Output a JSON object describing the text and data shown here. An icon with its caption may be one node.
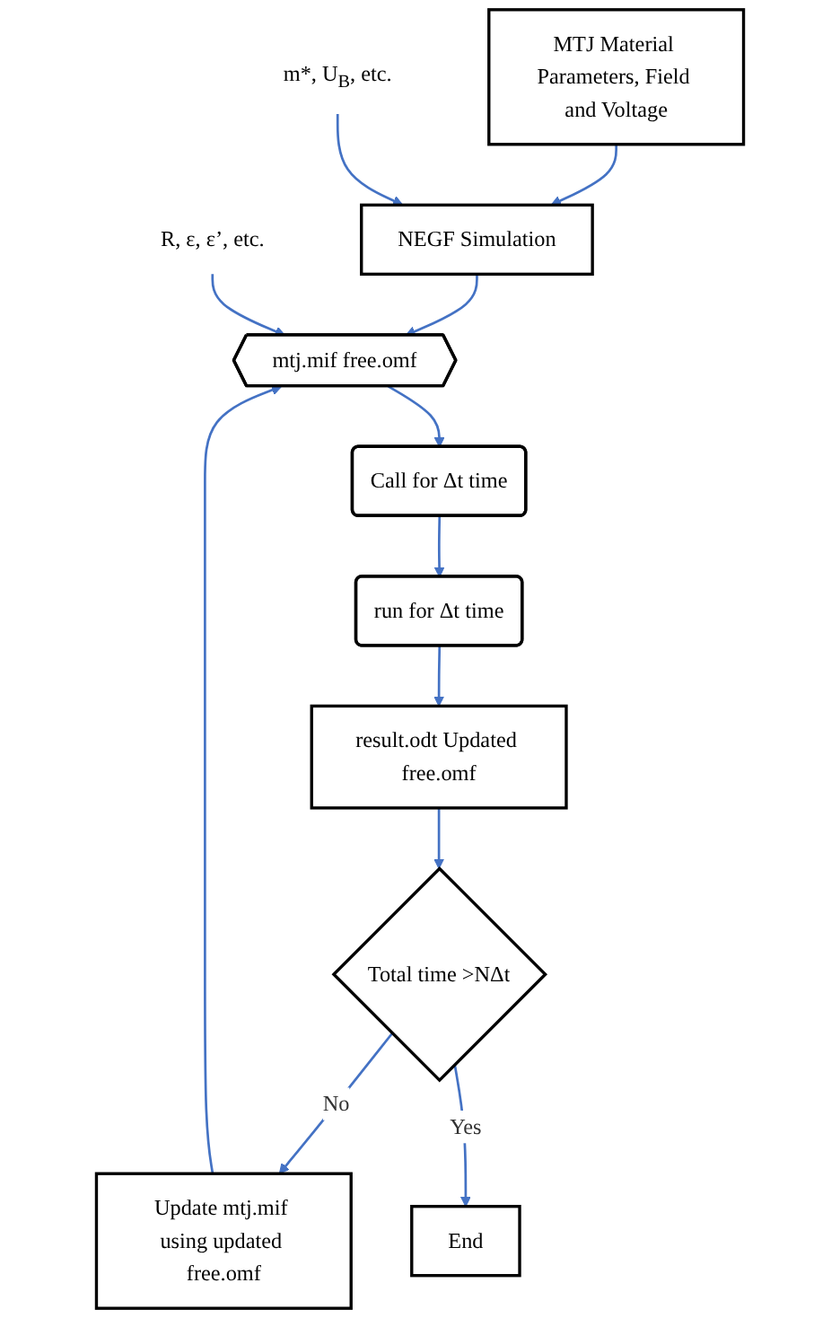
{
  "diagram": {
    "nodes": [
      {
        "text": [
          "MTJ Material Parameters, Field and Voltage"
        ]
      },
      {
        "text": [
          "NEGF Simulation"
        ]
      },
      {
        "text": [
          "m*, U$_{B}$, etc."
        ]
      },
      {
        "text": [
          "R, ε, ε’, etc."
        ]
      },
      {
        "text": [
          "mtj.mif free.omf"
        ]
      },
      {
        "text": [
          "Call for Δt time"
        ]
      },
      {
        "text": [
          "run for Δt time"
        ]
      },
      {
        "text": [
          "result.odt Updated free.omf"
        ]
      },
      {
        "text": [
          "Total time >NΔt"
        ]
      },
      {
        "text": [
          "Update mtj.mif using updated free.omf"
        ]
      },
      {
        "text": [
          "End"
        ]
      }
    ],
    "edges": [
      {
        "from": 0,
        "to": 1,
        "arrow": "to"
      },
      {
        "from": 2,
        "to": 1,
        "arrow": "to"
      },
      {
        "from": 1,
        "to": 4,
        "arrow": "to"
      },
      {
        "from": 3,
        "to": 4,
        "arrow": "to"
      },
      {
        "from": 4,
        "to": 5,
        "arrow": "to"
      },
      {
        "from": 5,
        "to": 6,
        "arrow": "to"
      },
      {
        "from": 6,
        "to": 7,
        "arrow": "to"
      },
      {
        "from": 7,
        "to": 8,
        "arrow": "to"
      },
      {
        "from": 8,
        "to": 9,
        "arrow": "to",
        "label": "No"
      },
      {
        "from": 9,
        "to": 4,
        "arrow": "to"
      },
      {
        "from": 8,
        "to": 10,
        "arrow": "to",
        "label": "Yes"
      }
    ]
  }
}
